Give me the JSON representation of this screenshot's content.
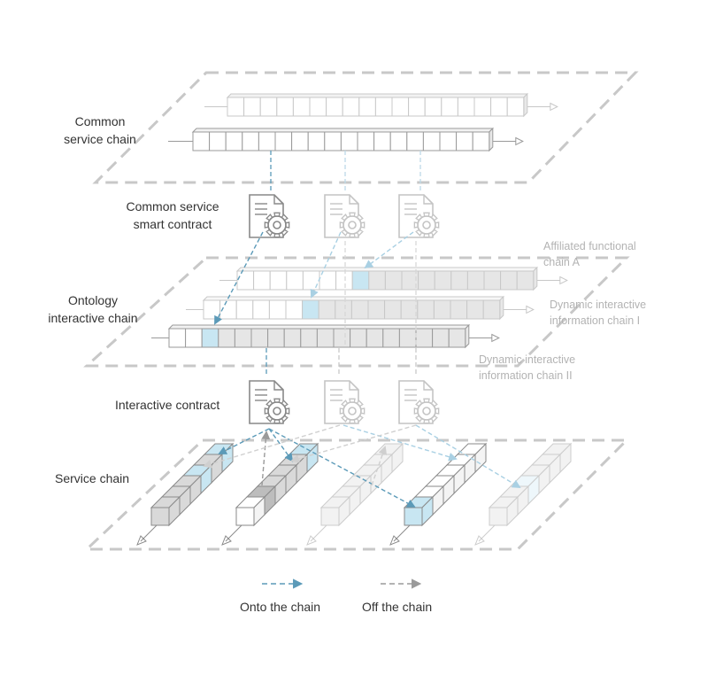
{
  "layers": {
    "common_service_chain": [
      "Common",
      "service chain"
    ],
    "common_service_contract": [
      "Common service",
      "smart contract"
    ],
    "ontology_interactive_chain": [
      "Ontology",
      "interactive chain"
    ],
    "interactive_contract": "Interactive contract",
    "service_chain": "Service chain"
  },
  "side_chains": {
    "affiliated": [
      "Affiliated functional",
      "chain A"
    ],
    "dynamic_i": [
      "Dynamic interactive",
      "information chain I"
    ],
    "dynamic_ii": [
      "Dynamic interactive",
      "information chain II"
    ]
  },
  "legend": {
    "onto": "Onto the chain",
    "off": "Off the chain"
  },
  "colors": {
    "plane_border": "#c8c8c8",
    "onto_arrow": "#5b9ab8",
    "off_arrow": "#9a9a9a",
    "highlight_block": "#c8e6f2",
    "dark_block": "#e6e6e6",
    "block_border": "#9a9a9a",
    "faint_border": "#c8c8c8"
  },
  "icons": [
    "contract-document-gear-icon",
    "arrow-right-icon",
    "arrow-down-left-icon"
  ]
}
